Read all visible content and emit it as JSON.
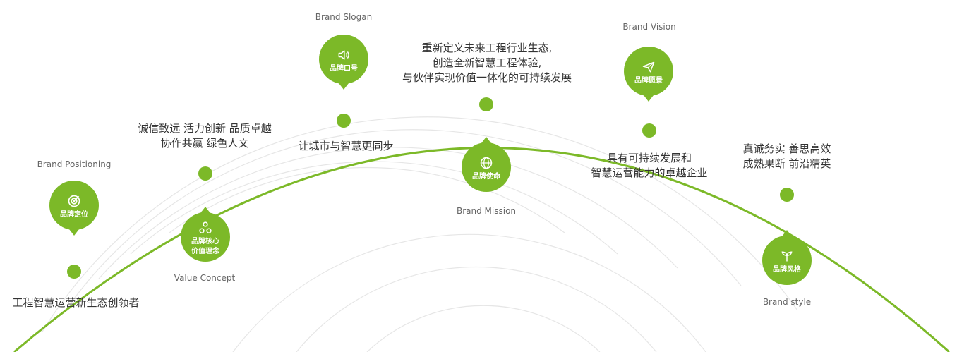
{
  "colors": {
    "accent": "#7cb928",
    "arc": "#7cb928",
    "rings": "#e6e6e6"
  },
  "nodes": [
    {
      "id": "positioning",
      "en": "Brand Positioning",
      "label_lines": [
        "品牌定位"
      ],
      "icon": "target-icon",
      "text_lines": [
        "工程智慧运营新生态创领者"
      ]
    },
    {
      "id": "value",
      "en": "Value Concept",
      "label_lines": [
        "品牌核心",
        "价值理念"
      ],
      "icon": "nodes-icon",
      "text_lines": [
        "诚信致远 活力创新 品质卓越",
        "协作共赢 绿色人文"
      ]
    },
    {
      "id": "slogan",
      "en": "Brand Slogan",
      "label_lines": [
        "品牌口号"
      ],
      "icon": "speaker-icon",
      "text_lines": [
        "让城市与智慧更同步"
      ]
    },
    {
      "id": "mission",
      "en": "Brand Mission",
      "label_lines": [
        "品牌使命"
      ],
      "icon": "globe-icon",
      "text_lines": [
        "重新定义未来工程行业生态,",
        "创造全新智慧工程体验,",
        "与伙伴实现价值一体化的可持续发展"
      ]
    },
    {
      "id": "vision",
      "en": "Brand Vision",
      "label_lines": [
        "品牌愿景"
      ],
      "icon": "paper-plane-icon",
      "text_lines": [
        "具有可持续发展和",
        "智慧运营能力的卓越企业"
      ]
    },
    {
      "id": "style",
      "en": "Brand style",
      "label_lines": [
        "品牌风格"
      ],
      "icon": "sprout-icon",
      "text_lines": [
        "真诚务实 善思高效",
        "成熟果断 前沿精英"
      ]
    }
  ]
}
